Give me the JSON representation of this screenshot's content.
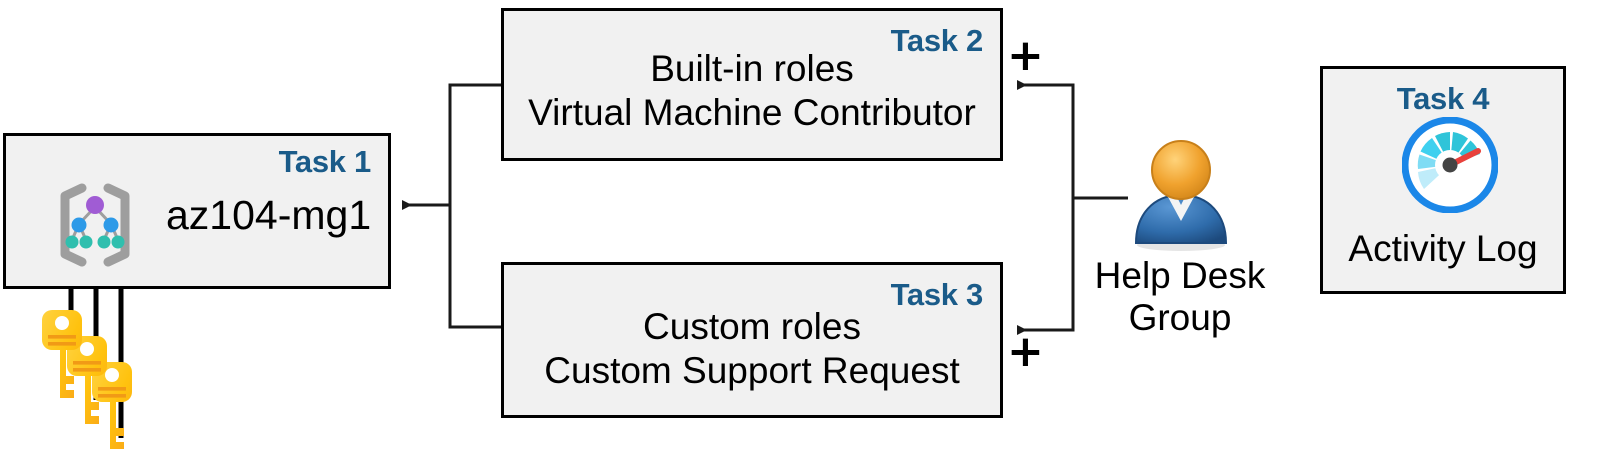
{
  "diagram": {
    "title": "Azure RBAC task diagram",
    "accent_color": "#1a5b89",
    "box_fill": "#f1f1f1",
    "border_color": "#000000"
  },
  "boxes": [
    {
      "id": "task1",
      "badge": "Task 1",
      "label": "az104-mg1",
      "icon": "management-group-icon"
    },
    {
      "id": "task2",
      "badge": "Task 2",
      "line1": "Built-in roles",
      "line2": "Virtual Machine Contributor"
    },
    {
      "id": "task3",
      "badge": "Task 3",
      "line1": "Custom roles",
      "line2": "Custom Support Request"
    },
    {
      "id": "task4",
      "badge": "Task 4",
      "label": "Activity Log",
      "icon": "activity-log-gauge-icon"
    }
  ],
  "actors": {
    "help_desk": {
      "icon": "user-group-icon",
      "line1": "Help Desk",
      "line2": "Group"
    },
    "keys": {
      "icon": "keys-icon"
    }
  },
  "operators": {
    "plus_top": "+",
    "plus_bottom": "+"
  },
  "colors": {
    "badge_blue": "#1a5b89",
    "gauge_blue": "#1b87e8",
    "gauge_teal": "#2fc4d9",
    "gauge_cyan": "#3fd0ef",
    "gauge_light": "#a9e8f7",
    "needle_red": "#e8413c",
    "key_yellow": "#ffc20e",
    "key_orange": "#f9a51a",
    "person_head": "#f0a22e",
    "person_body": "#2f6cab",
    "mg_bracket": "#9e9e9e",
    "mg_purple": "#a05cd4",
    "mg_blue": "#2d9ae8",
    "mg_teal": "#2fbfae"
  }
}
